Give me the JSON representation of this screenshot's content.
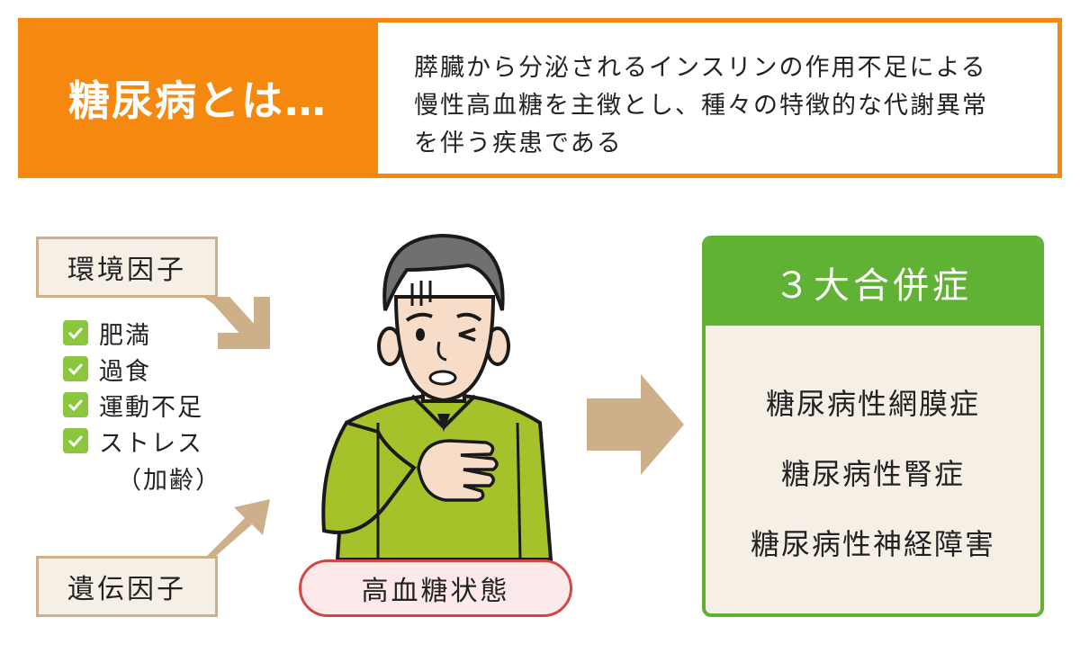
{
  "header": {
    "title": "糖尿病とは…",
    "description_lines": [
      "膵臓から分泌されるインスリンの作用不足による",
      "慢性高血糖を主徴とし、種々の特徴的な代謝異常",
      "を伴う疾患である"
    ]
  },
  "factors": {
    "environmental": "環境因子",
    "genetic": "遺伝因子",
    "checklist": [
      "肥満",
      "過食",
      "運動不足",
      "ストレス"
    ],
    "checklist_note": "（加齢）"
  },
  "person": {
    "state_label": "高血糖状態"
  },
  "complications": {
    "title": "３大合併症",
    "items": [
      "糖尿病性網膜症",
      "糖尿病性腎症",
      "糖尿病性神経障害"
    ]
  },
  "colors": {
    "orange": "#f5890f",
    "green": "#5fb234",
    "beige": "#f6efe5",
    "tan": "#cdb08a",
    "red": "#d34646",
    "shirt": "#a6c22a"
  },
  "icons": [
    "check-icon",
    "arrow-icon",
    "worried-man-illustration"
  ]
}
